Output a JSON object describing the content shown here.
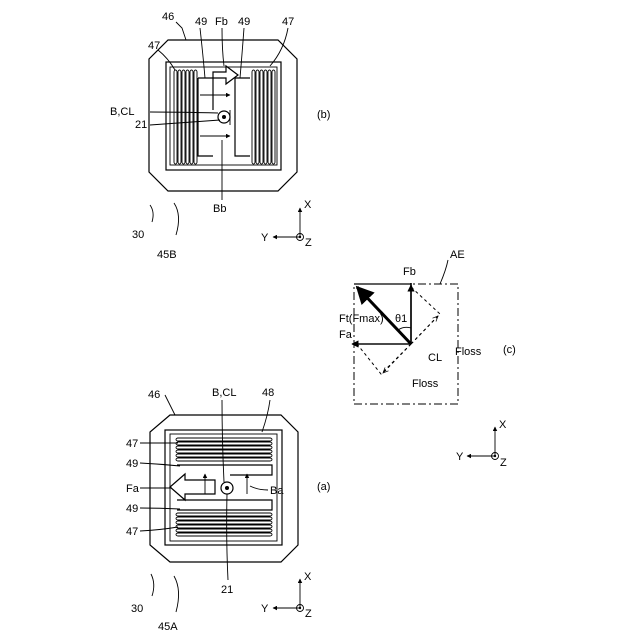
{
  "panel_a": {
    "caption": "(a)",
    "labels": {
      "device": "30",
      "variant": "45A",
      "frame": "46",
      "b_cl": "B,CL",
      "plate": "48",
      "coil_top": "47",
      "coil_bottom": "47",
      "rail_top": "49",
      "rail_bottom": "49",
      "force": "Fa",
      "field": "Ba",
      "center": "21"
    },
    "axes": {
      "x": "X",
      "y": "Y",
      "z": "Z"
    }
  },
  "panel_b": {
    "caption": "(b)",
    "labels": {
      "device": "30",
      "variant": "45B",
      "frame": "46",
      "b_cl": "B,CL",
      "center": "21",
      "coil_left": "47",
      "coil_right": "47",
      "rail_left": "49",
      "rail_right": "49",
      "force": "Fb",
      "field": "Bb"
    },
    "axes": {
      "x": "X",
      "y": "Y",
      "z": "Z"
    }
  },
  "panel_c": {
    "caption": "(c)",
    "labels": {
      "fa": "Fa",
      "ft": "Ft(Fmax)",
      "fb": "Fb",
      "ae": "AE",
      "theta": "θ1",
      "cl": "CL",
      "floss_a": "Floss",
      "floss_b": "Floss"
    },
    "axes": {
      "x": "X",
      "y": "Y",
      "z": "Z"
    }
  }
}
